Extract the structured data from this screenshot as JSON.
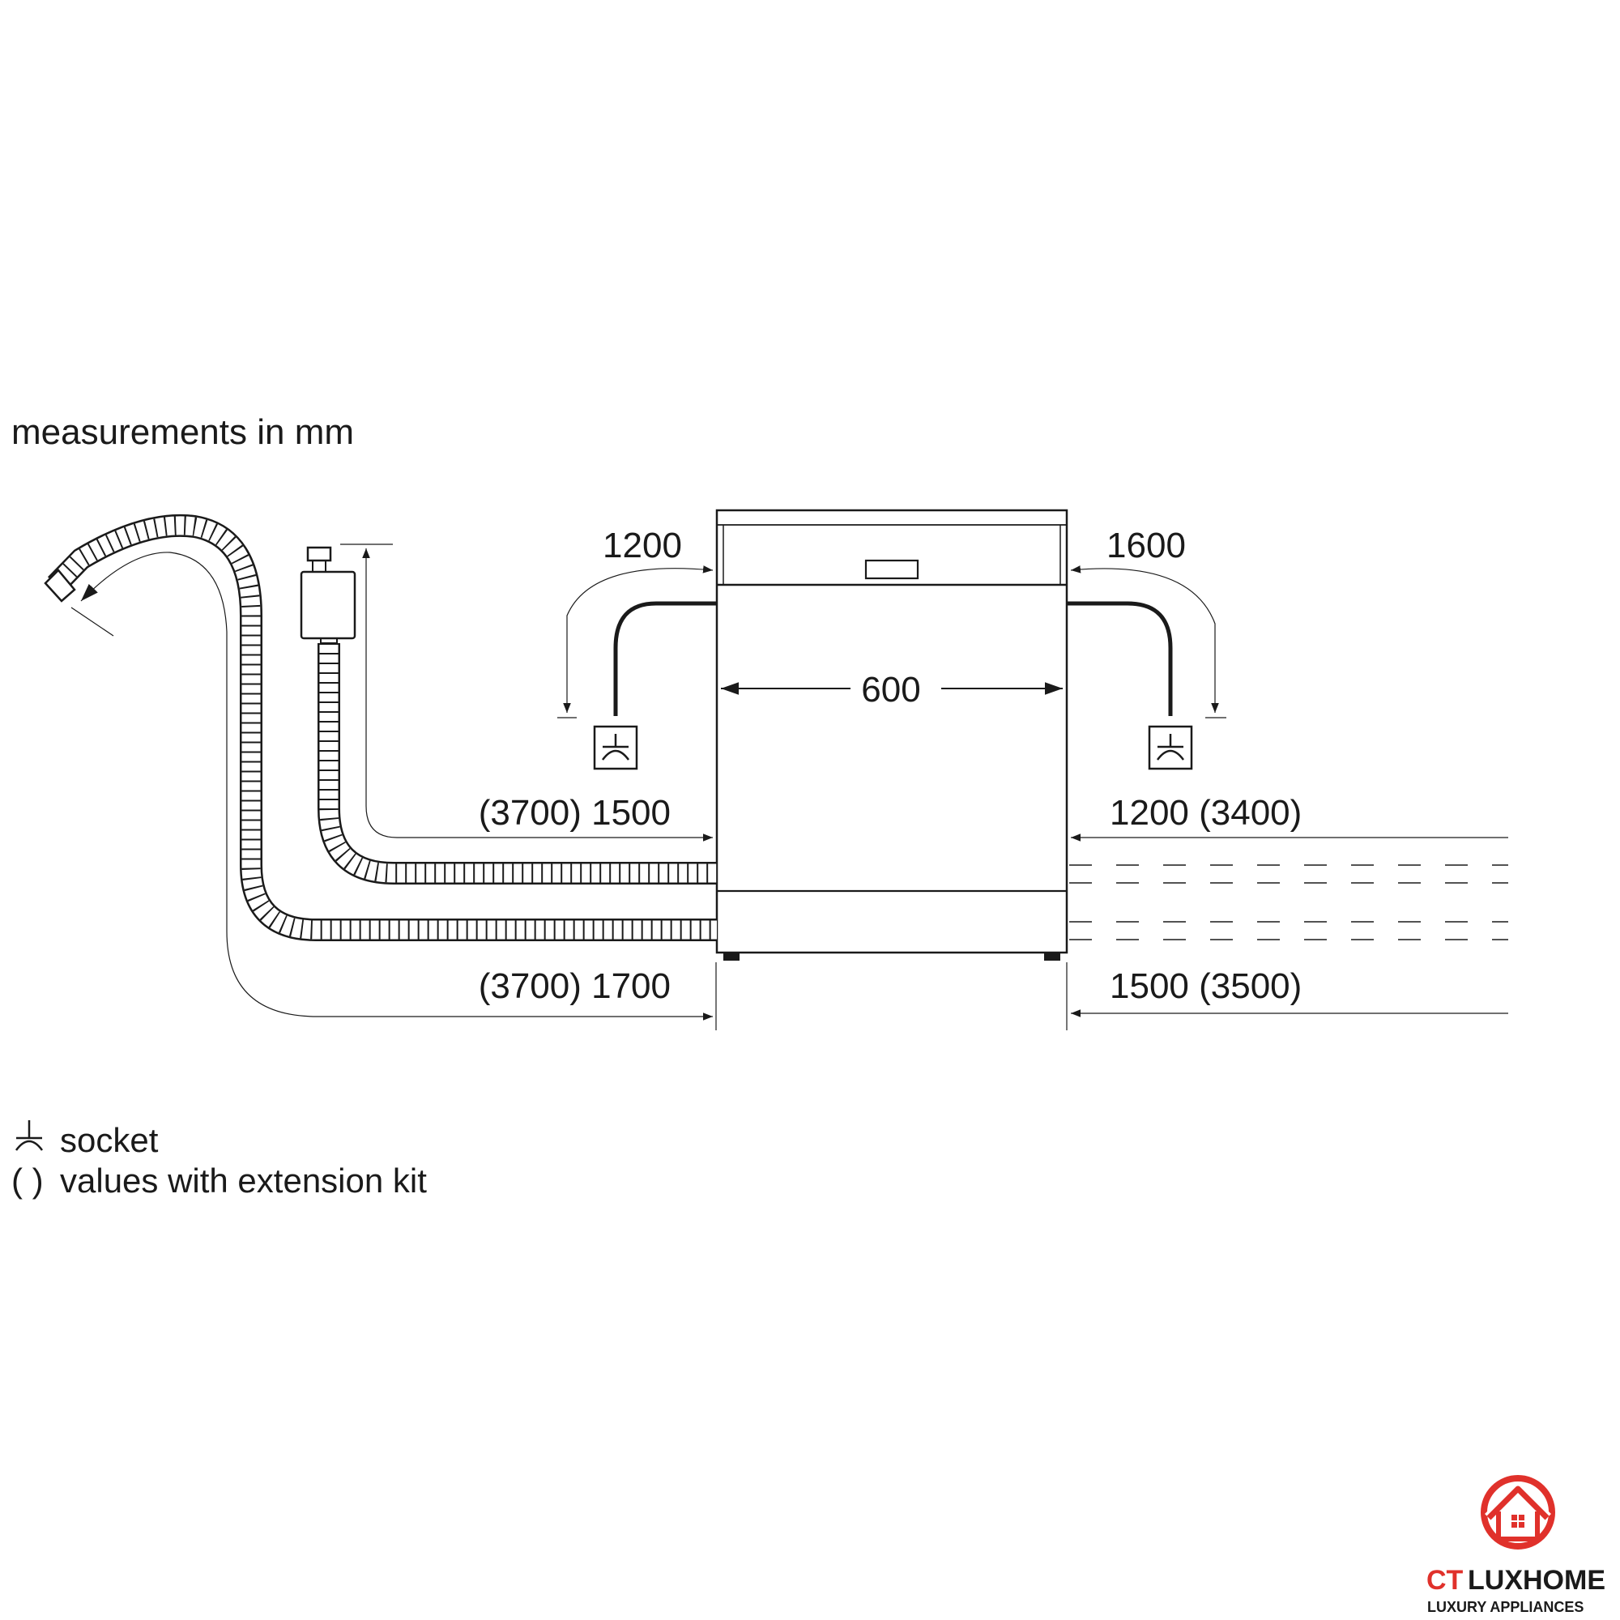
{
  "header": {
    "units_note": "measurements in mm"
  },
  "dimensions": {
    "width": "600",
    "cable_left": "1200",
    "cable_right": "1600",
    "inlet_hose_left": "(3700) 1500",
    "drain_hose_left": "(3700) 1700",
    "inlet_hose_right": "1200 (3400)",
    "drain_hose_right": "1500 (3500)"
  },
  "legend": {
    "socket": "socket",
    "extension_symbol": "( )",
    "extension": "values with extension kit"
  },
  "brand": {
    "name_part1": "CT",
    "name_part2": "LUXHOME",
    "tagline": "LUXURY APPLIANCES",
    "accent_color": "#e0312b"
  }
}
